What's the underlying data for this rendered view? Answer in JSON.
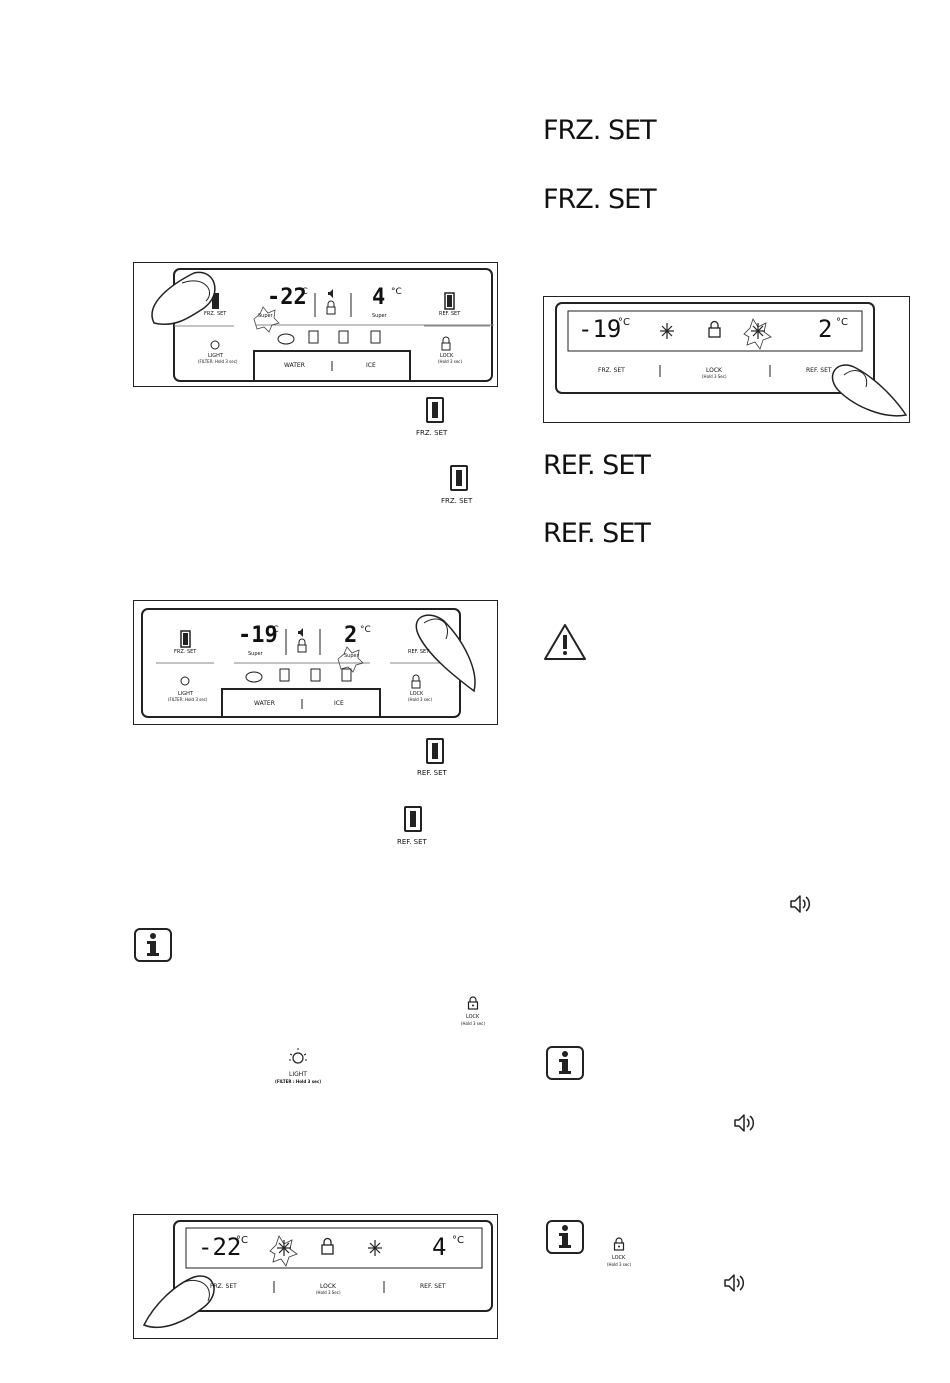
{
  "headings": {
    "frz_set_1": "FRZ. SET",
    "frz_set_2": "FRZ. SET",
    "ref_set_1": "REF. SET",
    "ref_set_2": "REF. SET"
  },
  "panel1": {
    "freezer_temp": "-22",
    "fridge_temp": "4",
    "unit": "°C",
    "super_left": "Super",
    "super_right": "Super",
    "frz_label": "FRZ. SET",
    "ref_label": "REF. SET",
    "light_label": "LIGHT",
    "light_sub": "(FILTER: Hold 3 sec)",
    "lock_label": "LOCK",
    "lock_sub": "(Hold 3 sec)",
    "water_label": "WATER",
    "ice_label": "ICE"
  },
  "panel2": {
    "freezer_temp": "-19",
    "fridge_temp": "2",
    "unit": "°C",
    "super_left": "Super",
    "super_right": "Super",
    "frz_label": "FRZ. SET",
    "ref_label": "REF. SET",
    "light_label": "LIGHT",
    "light_sub": "(FILTER: Hold 3 sec)",
    "lock_label": "LOCK",
    "lock_sub": "(Hold 3 sec)",
    "water_label": "WATER",
    "ice_label": "ICE"
  },
  "panel3": {
    "freezer_temp": "-22",
    "fridge_temp": "4",
    "unit": "°C",
    "frz_label": "FRZ. SET",
    "lock_label": "LOCK",
    "lock_sub": "(Hold 3 Sec)",
    "ref_label": "REF. SET"
  },
  "panel4": {
    "freezer_temp": "-19",
    "fridge_temp": "2",
    "unit": "°C",
    "frz_label": "FRZ. SET",
    "lock_label": "LOCK",
    "lock_sub": "(Hold 3 Sec)",
    "ref_label": "REF. SET"
  },
  "inline_icons": {
    "frz_set_a": "FRZ. SET",
    "frz_set_b": "FRZ. SET",
    "ref_set_a": "REF. SET",
    "ref_set_b": "REF. SET",
    "lock_a": "LOCK",
    "lock_a_sub": "(Hold 3 sec)",
    "light": "LIGHT",
    "light_sub": "(FILTER : Hold 3 sec)",
    "lock_b": "LOCK",
    "lock_b_sub": "(Hold 3 sec)"
  }
}
